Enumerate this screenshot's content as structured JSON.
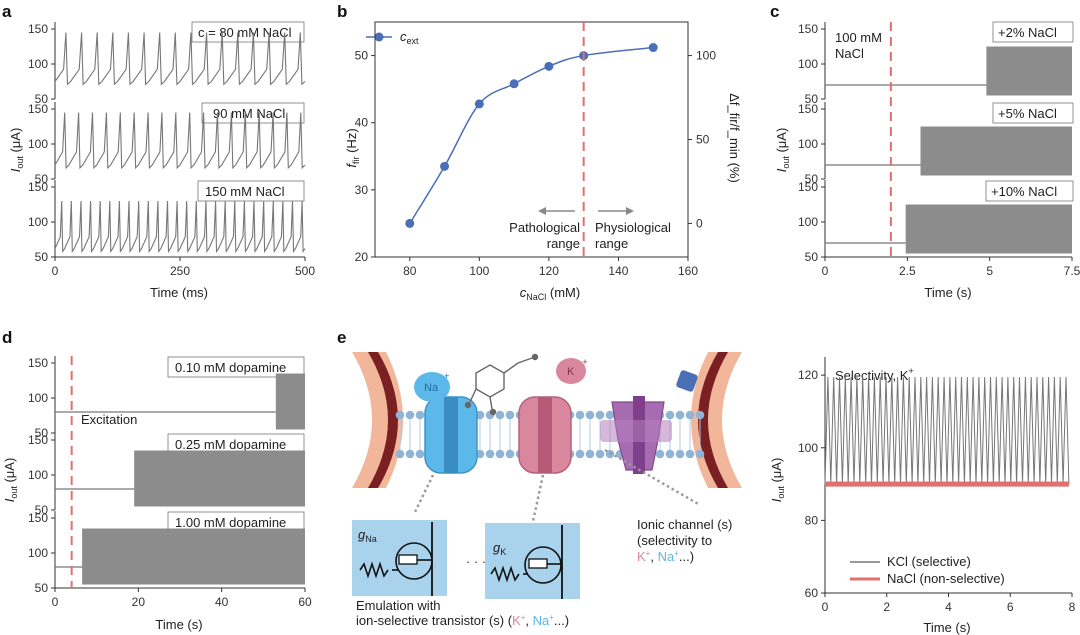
{
  "panels": {
    "a": "a",
    "b": "b",
    "c": "c",
    "d": "d",
    "e": "e"
  },
  "chart_data": [
    {
      "id": "a",
      "type": "line",
      "subpanels": [
        {
          "label": "c = 80 mM NaCl",
          "ylim": [
            50,
            160
          ],
          "yticks": [
            50,
            100,
            150
          ],
          "peaks": 16,
          "base": 75,
          "peak": 145
        },
        {
          "label": "90 mM NaCl",
          "ylim": [
            50,
            160
          ],
          "yticks": [
            50,
            100,
            150
          ],
          "peaks": 18,
          "base": 70,
          "peak": 145
        },
        {
          "label": "150 mM NaCl",
          "ylim": [
            50,
            160
          ],
          "yticks": [
            50,
            100,
            150
          ],
          "peaks": 26,
          "base": 62,
          "peak": 130
        }
      ],
      "xlim": [
        0,
        500
      ],
      "xticks": [
        0,
        250,
        500
      ],
      "xlabel": "Time (ms)",
      "ylabel_main": "I",
      "ylabel_sub": "out",
      "ylabel_unit": " (μA)"
    },
    {
      "id": "b",
      "type": "scatter",
      "x": [
        80,
        90,
        100,
        110,
        120,
        130,
        150
      ],
      "y": [
        25,
        33.5,
        42.8,
        45.8,
        48.4,
        50,
        51.2
      ],
      "xlim": [
        70,
        160
      ],
      "ylim": [
        20,
        55
      ],
      "xticks": [
        80,
        100,
        120,
        140,
        160
      ],
      "yticks": [
        20,
        30,
        40,
        50
      ],
      "y2ticks": [
        {
          "label": "0",
          "value": 25
        },
        {
          "label": "50",
          "value": 37.5
        },
        {
          "label": "100",
          "value": 50
        }
      ],
      "legend": {
        "main": "c",
        "sub": "ext"
      },
      "xlabel_main": "c",
      "xlabel_sub": "NaCl",
      "xlabel_unit": " (mM)",
      "ylabel_main": "f",
      "ylabel_sub": "fir",
      "ylabel_unit": " (Hz)",
      "y2label": "Δf_fir/f_min (%)",
      "vline": 130,
      "annotations": {
        "left_1": "Pathological",
        "left_2": "range",
        "right_1": "Physiological",
        "right_2": "range"
      }
    },
    {
      "id": "c",
      "type": "line",
      "subpanels": [
        {
          "label": "+2% NaCl",
          "onset": 4.9,
          "ylim": [
            50,
            160
          ],
          "yticks": [
            50,
            100,
            150
          ]
        },
        {
          "label": "+5% NaCl",
          "onset": 2.9,
          "ylim": [
            50,
            160
          ],
          "yticks": [
            50,
            100,
            150
          ]
        },
        {
          "label": "+10% NaCl",
          "onset": 2.45,
          "ylim": [
            50,
            160
          ],
          "yticks": [
            50,
            100,
            150
          ]
        }
      ],
      "baseline": 70,
      "spike_min": 55,
      "spike_max": 125,
      "xlim": [
        0,
        7.5
      ],
      "xticks": [
        0,
        2.5,
        5,
        7.5
      ],
      "vline": 2.0,
      "annotation_1": "100 mM",
      "annotation_2": "NaCl",
      "xlabel": "Time (s)",
      "ylabel_main": "I",
      "ylabel_sub": "out",
      "ylabel_unit": " (μA)"
    },
    {
      "id": "d",
      "type": "line",
      "subpanels": [
        {
          "label": "0.10 mM dopamine",
          "onset": 53,
          "ylim": [
            50,
            160
          ],
          "yticks": [
            50,
            100,
            150
          ]
        },
        {
          "label": "0.25 mM dopamine",
          "onset": 19,
          "ylim": [
            50,
            160
          ],
          "yticks": [
            50,
            100,
            150
          ]
        },
        {
          "label": "1.00 mM dopamine",
          "onset": 6.5,
          "ylim": [
            50,
            160
          ],
          "yticks": [
            50,
            100,
            150
          ]
        }
      ],
      "baseline": 80,
      "spike_min": 55,
      "spike_max": 135,
      "xlim": [
        0,
        60
      ],
      "xticks": [
        0,
        20,
        40,
        60
      ],
      "vline": 4,
      "annotation": "Excitation",
      "xlabel": "Time (s)",
      "ylabel_main": "I",
      "ylabel_sub": "out",
      "ylabel_unit": " (μA)"
    },
    {
      "id": "f",
      "type": "line",
      "title": "Selectivity, K",
      "title_sup": "+",
      "series": [
        {
          "name": "KCl (selective)",
          "color": "#777777",
          "min": 90,
          "max": 119.5,
          "cycles": 42
        },
        {
          "name": "NaCl (non-selective)",
          "color": "#e07070",
          "min": 89.3,
          "max": 90.7
        }
      ],
      "xlim": [
        0,
        8
      ],
      "ylim": [
        60,
        125
      ],
      "xticks": [
        0,
        2,
        4,
        6,
        8
      ],
      "yticks": [
        60,
        80,
        100,
        120
      ],
      "xlabel": "Time (s)",
      "ylabel_main": "I",
      "ylabel_sub": "out",
      "ylabel_unit": " (μA)"
    }
  ],
  "diagram": {
    "ion_na": "Na",
    "ion_na_sup": "+",
    "ion_k": "K",
    "ion_k_sup": "+",
    "g_na_main": "g",
    "g_na_sub": "Na",
    "g_k_main": "g",
    "g_k_sub": "K",
    "dots": "· · ·",
    "emulation_1": "Emulation with",
    "emulation_2": "ion-selective transistor (s) (",
    "emulation_k": "K",
    "emulation_na": "Na",
    "emulation_tail": "...)",
    "channel_1": "Ionic channel (s)",
    "channel_2": "(selectivity to",
    "channel_k": "K",
    "channel_na": "Na",
    "channel_tail": "...)",
    "colors": {
      "na": "#5bb8e8",
      "k": "#d9869f",
      "channel": "#a66bb0",
      "blue_box": "#a9d2ec",
      "membrane": "#8fb4d6"
    }
  }
}
